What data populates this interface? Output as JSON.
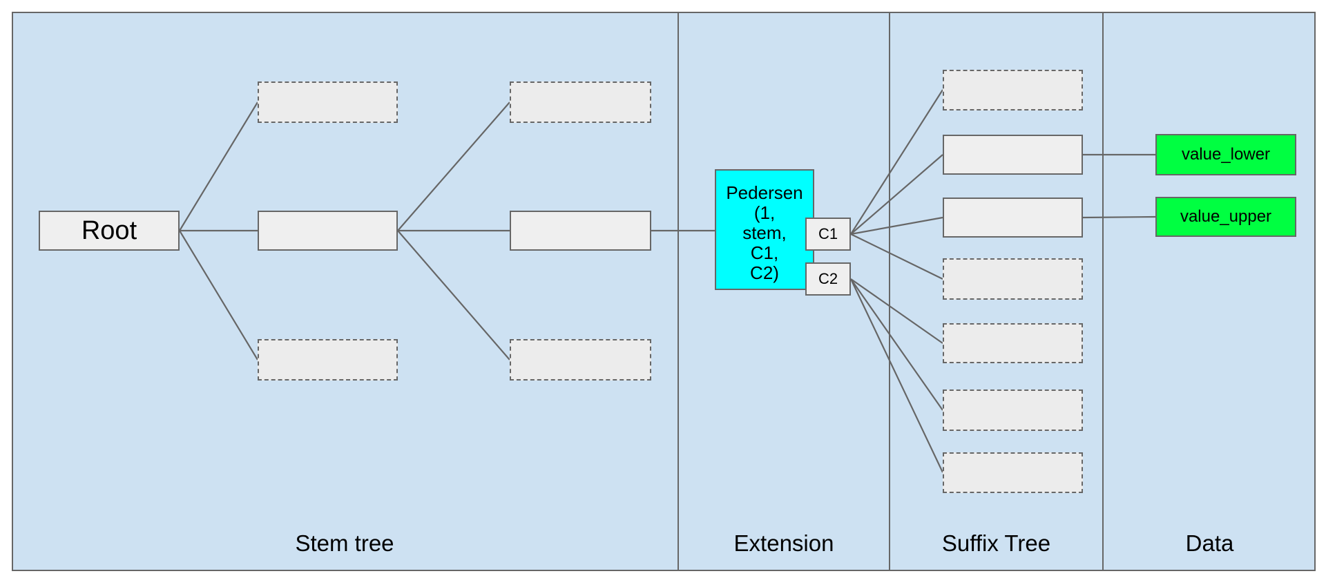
{
  "diagram": {
    "title": "Stem/Extension/Suffix commitment tree diagram",
    "colors": {
      "canvas_fill": "#cde1f2",
      "stroke": "#666666",
      "node_fill": "#efefef",
      "extension_node_fill": "#00ffff",
      "data_node_fill": "#00ff41",
      "text": "#000000",
      "page_background": "#ffffff"
    },
    "sections": [
      {
        "label": "Stem tree"
      },
      {
        "label": "Extension"
      },
      {
        "label": "Suffix Tree"
      },
      {
        "label": "Data"
      }
    ],
    "nodes": {
      "root": {
        "label": "Root",
        "style": "solid"
      },
      "pedersen": {
        "label": "Pedersen\n(1,\nstem,\nC1,\nC2)",
        "style": "solid-cyan"
      },
      "c1": {
        "label": "C1",
        "style": "solid"
      },
      "c2": {
        "label": "C2",
        "style": "solid"
      },
      "value_lower": {
        "label": "value_lower",
        "style": "solid-green"
      },
      "value_upper": {
        "label": "value_upper",
        "style": "solid-green"
      },
      "placeholders": {
        "stem_level1": [
          "dashed",
          "solid",
          "dashed"
        ],
        "stem_level2": [
          "dashed",
          "solid",
          "dashed"
        ],
        "suffix": [
          "dashed",
          "solid",
          "solid",
          "dashed",
          "dashed",
          "dashed",
          "dashed"
        ]
      }
    },
    "edges": [
      "Root -> stem level-1 (3 children)",
      "stem level-1 middle -> stem level-2 (3 children)",
      "stem level-2 middle -> Pedersen",
      "C1 -> suffix nodes 1-4",
      "C2 -> suffix nodes 5-7",
      "suffix node 2 -> value_lower",
      "suffix node 3 -> value_upper"
    ]
  }
}
